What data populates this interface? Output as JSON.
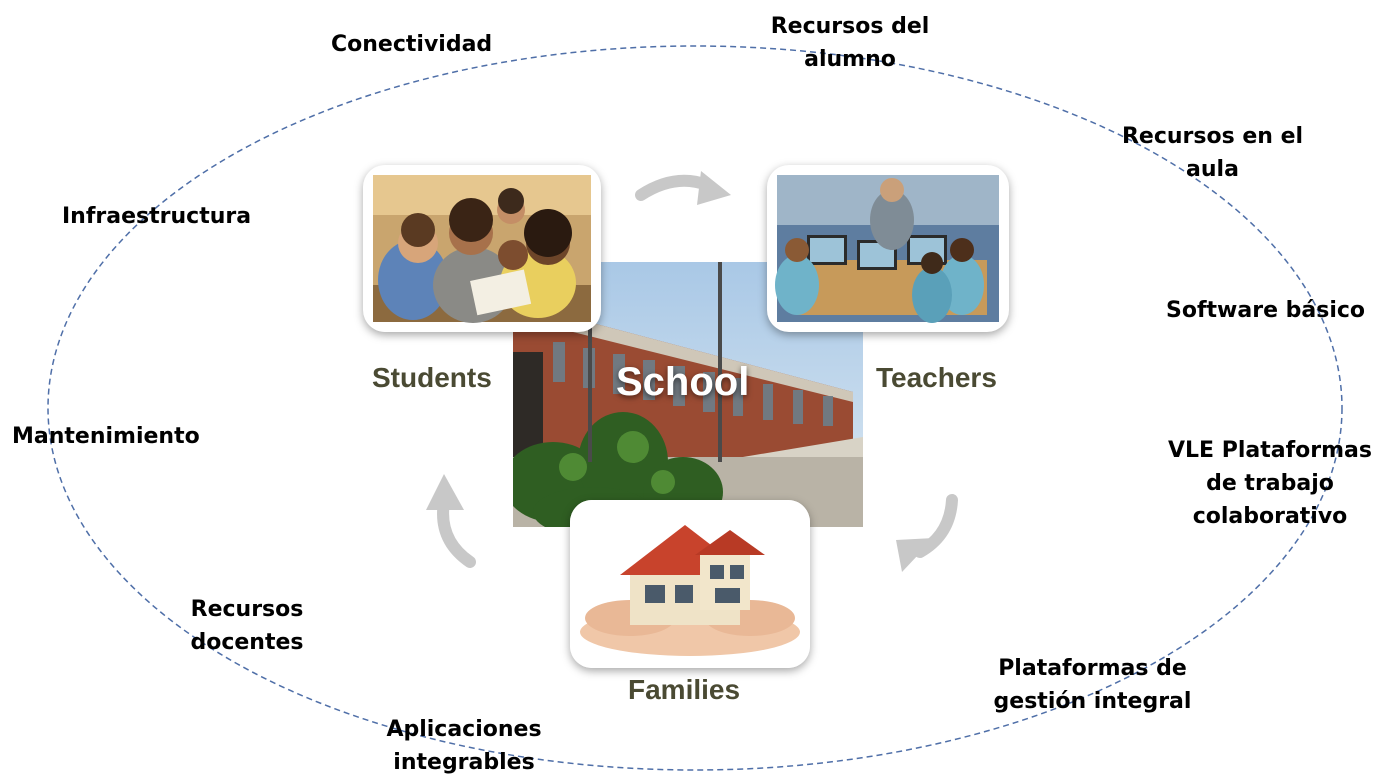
{
  "outer_labels": {
    "conectividad": "Conectividad",
    "recursos_alumno": "Recursos del\nalumno",
    "recursos_aula": "Recursos en el\naula",
    "infraestructura": "Infraestructura",
    "software_basico": "Software básico",
    "mantenimiento": "Mantenimiento",
    "vle": "VLE Plataformas\nde trabajo\ncolaborativo",
    "recursos_docentes": "Recursos\ndocentes",
    "plataformas_gestion": "Plataformas de\ngestión integral",
    "aplicaciones": "Aplicaciones\nintegrables"
  },
  "center": {
    "label": "School"
  },
  "nodes": {
    "students": "Students",
    "teachers": "Teachers",
    "families": "Families"
  },
  "colors": {
    "ring": "#4f6fa8",
    "node_label": "#4a4a33",
    "arrow": "#c8c8c8"
  },
  "icons": {
    "cycle_arrow": "curved-arrow-icon"
  }
}
